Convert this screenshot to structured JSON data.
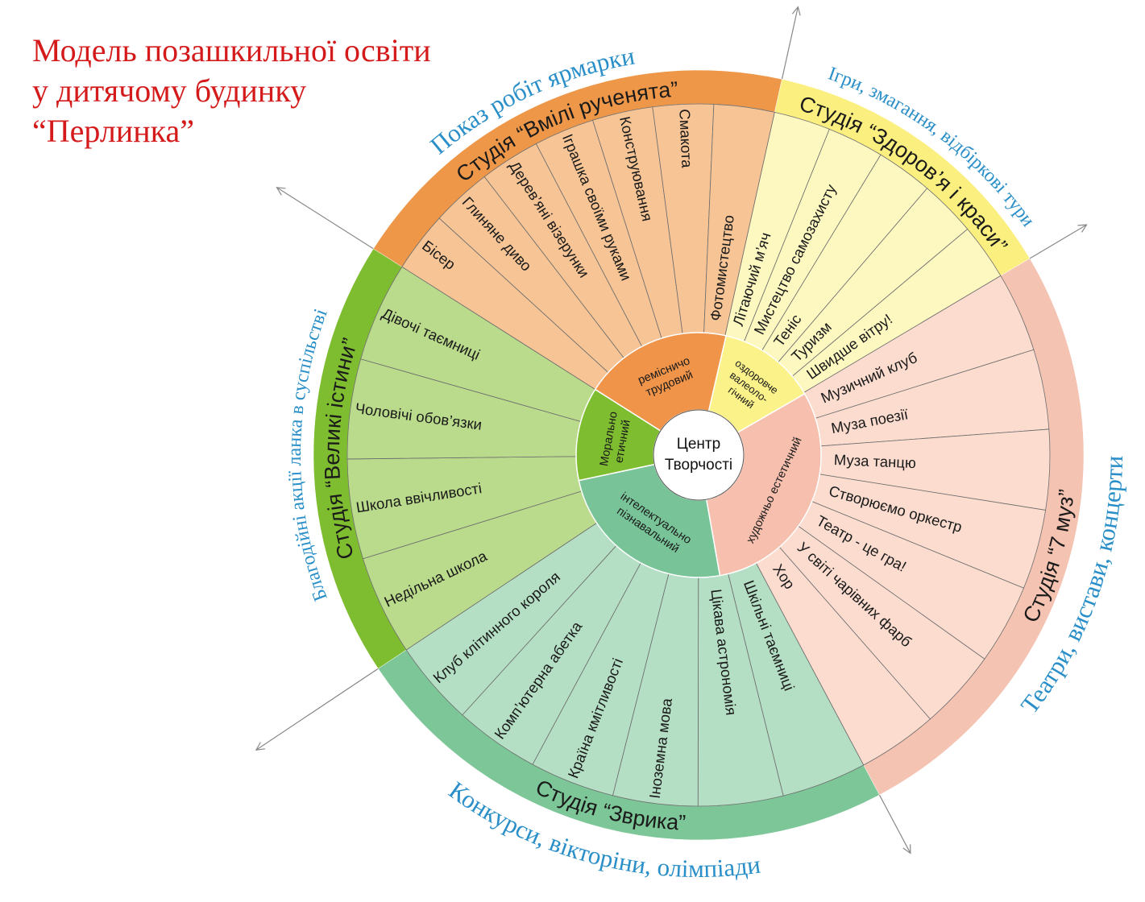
{
  "title_lines": [
    "Модель позашкильної освіти",
    "у дитячому будинку",
    "“Перлинка”"
  ],
  "center": {
    "line1": "Центр",
    "line2": "Творчості"
  },
  "colors": {
    "title": "#d41a1a",
    "outer_text": "#2a8fc8",
    "spoke": "#777777"
  },
  "sectors": [
    {
      "key": "craft",
      "direction_lines": [
        "ремісничо",
        "трудовий"
      ],
      "studio": "Студія “Вмілі рученята”",
      "outer": "Показ робіт ярмарки",
      "clubs": [
        "Бісер",
        "Глиняне диво",
        "Дерев’яні візерунки",
        "Іграшка своїми руками",
        "Конструювання",
        "Смакота",
        "Фотомистецтво"
      ],
      "colors": {
        "ring": "#ee9749",
        "club": "#f6c495",
        "hub": "#f0944a"
      }
    },
    {
      "key": "health",
      "direction_lines": [
        "оздоровче",
        "валеоло-",
        "гічний"
      ],
      "studio": "Студія “Здоров’я і краси”",
      "outer": "Ігри, змагання, відбіркові тури",
      "clubs": [
        "Літаючий м’яч",
        "Мистецтво самозахисту",
        "Теніс",
        "Туризм",
        "Швидше вітру!"
      ],
      "colors": {
        "ring": "#fbef7f",
        "club": "#fdf8c0",
        "hub": "#fcf28a"
      }
    },
    {
      "key": "art",
      "direction_lines": [
        "художньо естетичний"
      ],
      "studio": "Студія “7 муз”",
      "outer": "Театри, вистави, концерти",
      "clubs": [
        "Музичний клуб",
        "Муза поезії",
        "Муза танцю",
        "Створюємо оркестр",
        "Театр - це гра!",
        "У світі чарівних фарб",
        "Хор"
      ],
      "colors": {
        "ring": "#f5c3b2",
        "club": "#fbdccf",
        "hub": "#f6bfae"
      }
    },
    {
      "key": "intel",
      "direction_lines": [
        "інтелектуально",
        "пізнавальний"
      ],
      "studio": "Студія “Зврика”",
      "outer": "Конкурси, вікторіни, олімпіади",
      "clubs": [
        "Шкільні таємниці",
        "Цікава астрономія",
        "Іноземна мова",
        "Країна кмітливості",
        "Комп’ютерна абетка",
        "Клуб клітинного короля"
      ],
      "colors": {
        "ring": "#7cc697",
        "club": "#b4dfc4",
        "hub": "#78c498"
      }
    },
    {
      "key": "moral",
      "direction_lines": [
        "Морально",
        "етичний"
      ],
      "studio": "Студія “Великі істини”",
      "outer": "Благодійні акції ланка в суспільстві",
      "clubs": [
        "Недільна школа",
        "Школа ввічливості",
        "Чоловічі обов’язки",
        "Дівочі таємниці"
      ],
      "colors": {
        "ring": "#7fbd30",
        "club": "#badb8c",
        "hub": "#7fbd30"
      }
    }
  ]
}
